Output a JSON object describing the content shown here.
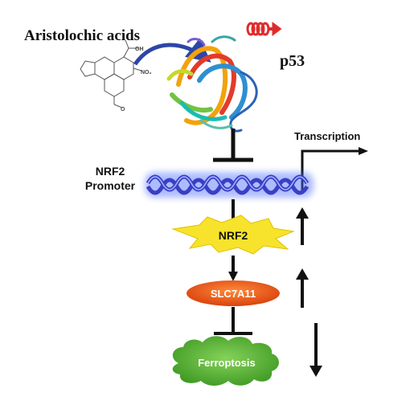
{
  "labels": {
    "compound": "Aristolochic acids",
    "protein": "p53",
    "transcription": "Transcription",
    "promoter_line1": "NRF2",
    "promoter_line2": "Promoter",
    "nrf2": "NRF2",
    "slc7a11": "SLC7A11",
    "ferroptosis": "Ferroptosis",
    "oh_group": "OH",
    "no2_group": "NO₂",
    "ome_group": "O"
  },
  "colors": {
    "promoter_dna": "#3a3fc4",
    "nrf2_burst": "#f7e32b",
    "slc7a11": "#ee5a1c",
    "ferroptosis": "#58b335",
    "arrow": "#2c46a8",
    "helix": "#e02b2b"
  }
}
